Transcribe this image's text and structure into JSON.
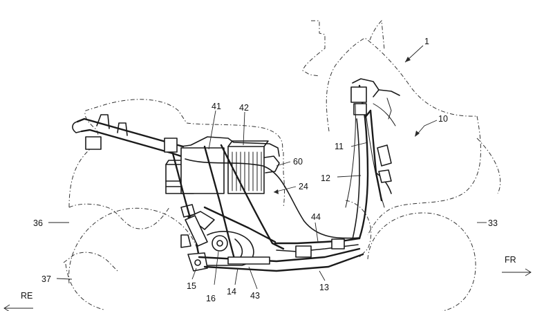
{
  "labels": {
    "l1": "1",
    "l10": "10",
    "l11": "11",
    "l12": "12",
    "l13": "13",
    "l14": "14",
    "l15": "15",
    "l16": "16",
    "l24": "24",
    "l33": "33",
    "l36": "36",
    "l37": "37",
    "l41": "41",
    "l42": "42",
    "l43": "43",
    "l44": "44",
    "l60": "60"
  },
  "directions": {
    "front": "FR",
    "rear": "RE"
  }
}
